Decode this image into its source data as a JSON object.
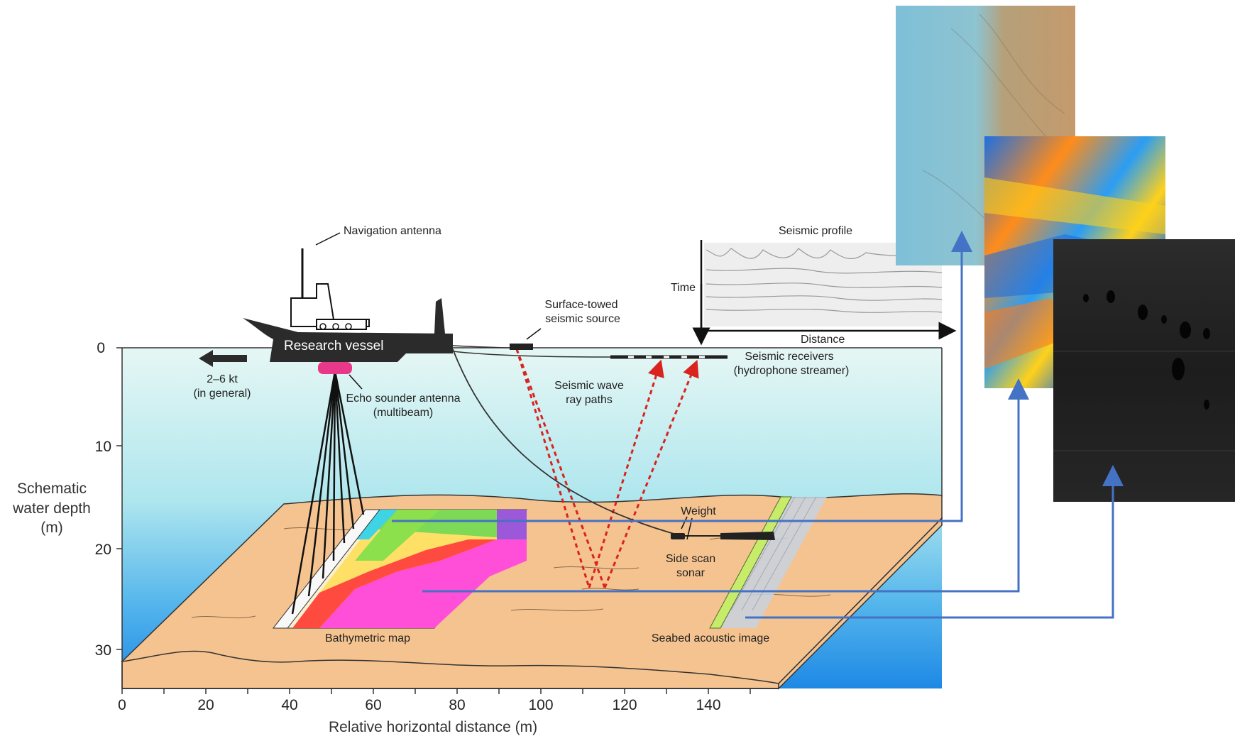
{
  "axes": {
    "y_title_lines": [
      "Schematic",
      "water depth",
      "(m)"
    ],
    "y_ticks": [
      "0",
      "10",
      "20",
      "30"
    ],
    "x_title": "Relative horizontal distance (m)",
    "x_ticks": [
      "0",
      "20",
      "40",
      "60",
      "80",
      "100",
      "120",
      "140"
    ]
  },
  "labels": {
    "navigation_antenna": "Navigation antenna",
    "research_vessel": "Research vessel",
    "speed": "2–6 kt",
    "speed_note": "(in general)",
    "echo_sounder_1": "Echo sounder antenna",
    "echo_sounder_2": "(multibeam)",
    "surface_towed_1": "Surface-towed",
    "surface_towed_2": "seismic source",
    "seismic_receivers_1": "Seismic receivers",
    "seismic_receivers_2": "(hydrophone streamer)",
    "seismic_wave_1": "Seismic wave",
    "seismic_wave_2": "ray paths",
    "seismic_profile": "Seismic profile",
    "time": "Time",
    "distance": "Distance",
    "weight": "Weight",
    "side_scan_1": "Side scan",
    "side_scan_2": "sonar",
    "bathymetric_map": "Bathymetric map",
    "seabed_acoustic_image": "Seabed acoustic image"
  },
  "colors": {
    "water_top": "#e6f7f4",
    "water_bottom": "#1e88e5",
    "seabed": "#f5c38f",
    "vessel": "#2b2b2b",
    "echo_antenna": "#e8388a",
    "ray_paths": "#d9231f",
    "connector": "#4472c4"
  }
}
